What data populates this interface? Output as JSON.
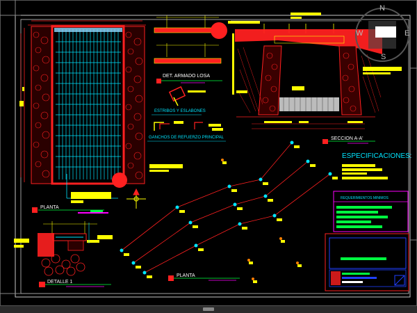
{
  "drawing": {
    "labels": {
      "det_armado_losa": "DET. ARMADO LOSA",
      "estribos": "ESTRIBOS Y ESLABONES",
      "ganchos": "GANCHOS DE REFUERZO PRINCIPAL",
      "seccion": "SECCION A-A'",
      "especificaciones": "ESPECIFICACIONES:",
      "requerimientos": "REQUERIMIENTOS MINIMOS",
      "planta_left": "PLANTA",
      "planta_bottom": "PLANTA",
      "detalle": "DETALLE 1"
    },
    "compass": {
      "n": "N",
      "e": "E",
      "s": "S",
      "w": "W"
    }
  },
  "colors": {
    "red": "#ff2020",
    "cyan": "#00e5ff",
    "yellow": "#ffff00",
    "green": "#00ff40",
    "magenta": "#ff00ff",
    "blue": "#2040ff",
    "white": "#ffffff",
    "frame": "#c8c8c8"
  }
}
